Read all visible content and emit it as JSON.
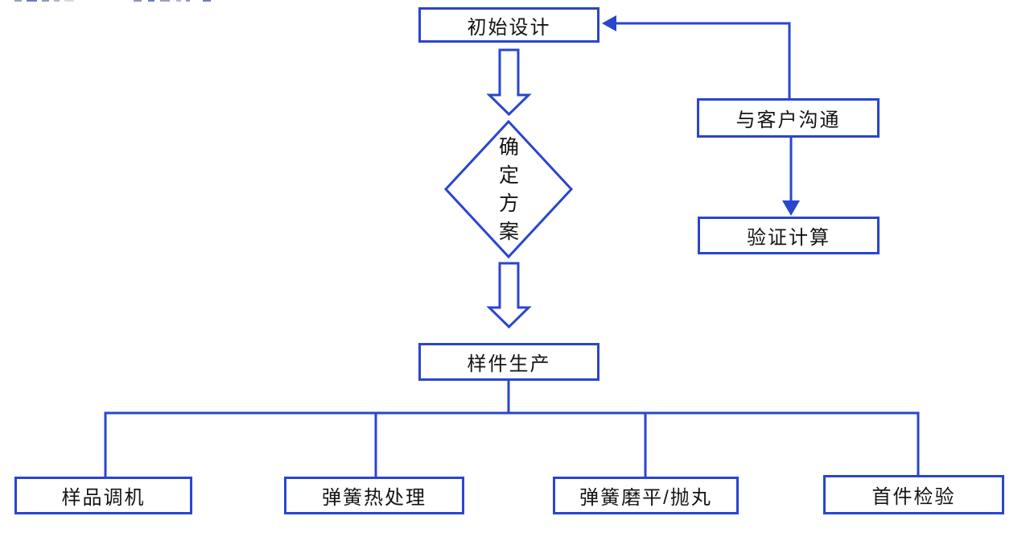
{
  "palette": {
    "line_blue": "#2946cd",
    "text_color": "#141414",
    "background": "#ffffff"
  },
  "flowchart": {
    "nodes": {
      "initial_design": {
        "label": "初始设计",
        "shape": "rectangle"
      },
      "decision": {
        "label": "确定方案",
        "shape": "diamond"
      },
      "communicate": {
        "label": "与客户沟通",
        "shape": "rectangle"
      },
      "verify_calc": {
        "label": "验证计算",
        "shape": "rectangle"
      },
      "sample_production": {
        "label": "样件生产",
        "shape": "rectangle"
      },
      "sample_tuning": {
        "label": "样品调机",
        "shape": "rectangle"
      },
      "spring_heat_treatment": {
        "label": "弹簧热处理",
        "shape": "rectangle"
      },
      "spring_grinding_shot_blasting": {
        "label": "弹簧磨平/抛丸",
        "shape": "rectangle"
      },
      "first_article_inspection": {
        "label": "首件检验",
        "shape": "rectangle"
      }
    },
    "edges": [
      {
        "from": "initial_design",
        "to": "decision",
        "style": "hollow-block-arrow"
      },
      {
        "from": "decision",
        "to": "sample_production",
        "style": "hollow-block-arrow"
      },
      {
        "from": "communicate",
        "to": "initial_design",
        "style": "arrow"
      },
      {
        "from": "communicate",
        "to": "verify_calc",
        "style": "arrow"
      },
      {
        "from": "sample_production",
        "to": "sample_tuning",
        "style": "line"
      },
      {
        "from": "sample_production",
        "to": "spring_heat_treatment",
        "style": "line"
      },
      {
        "from": "sample_production",
        "to": "spring_grinding_shot_blasting",
        "style": "line"
      },
      {
        "from": "sample_production",
        "to": "first_article_inspection",
        "style": "line"
      }
    ]
  }
}
